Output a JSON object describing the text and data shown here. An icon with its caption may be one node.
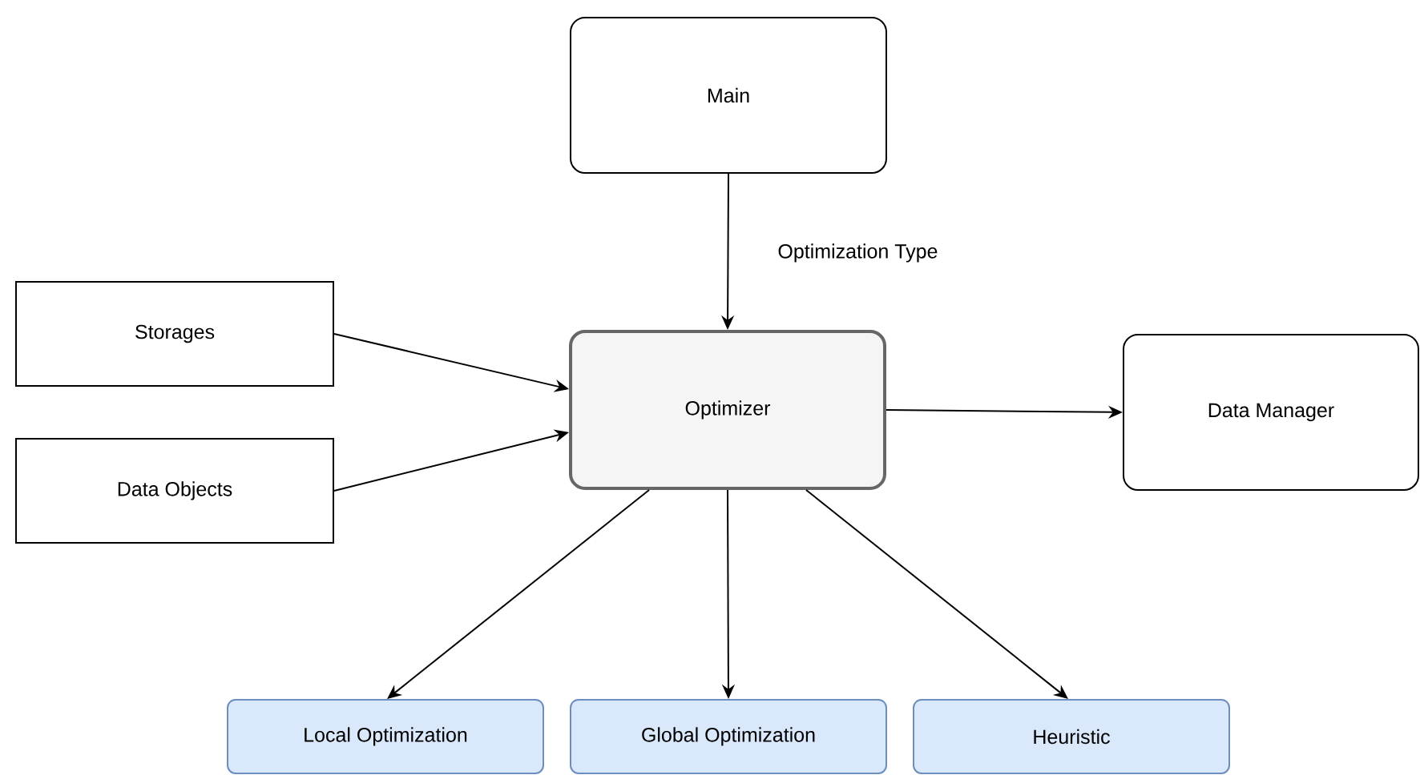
{
  "diagram": {
    "nodes": [
      {
        "text": [
          "Main"
        ]
      },
      {
        "text": [
          "Storages"
        ]
      },
      {
        "text": [
          "Optimizer"
        ]
      },
      {
        "text": [
          "Data Manager"
        ]
      },
      {
        "text": [
          "Data Objects"
        ]
      },
      {
        "text": [
          "Local Optimization"
        ]
      },
      {
        "text": [
          "Global Optimization"
        ]
      },
      {
        "text": [
          "Heuristic"
        ]
      }
    ],
    "edges": [
      {
        "from": 0,
        "to": 2,
        "arrow": "to",
        "label": "Optimization Type"
      },
      {
        "from": 1,
        "to": 2,
        "arrow": "to"
      },
      {
        "from": 4,
        "to": 2,
        "arrow": "to"
      },
      {
        "from": 2,
        "to": 3,
        "arrow": "to"
      },
      {
        "from": 2,
        "to": 5,
        "arrow": "to"
      },
      {
        "from": 2,
        "to": 6,
        "arrow": "to"
      },
      {
        "from": 2,
        "to": 7,
        "arrow": "to"
      }
    ]
  }
}
